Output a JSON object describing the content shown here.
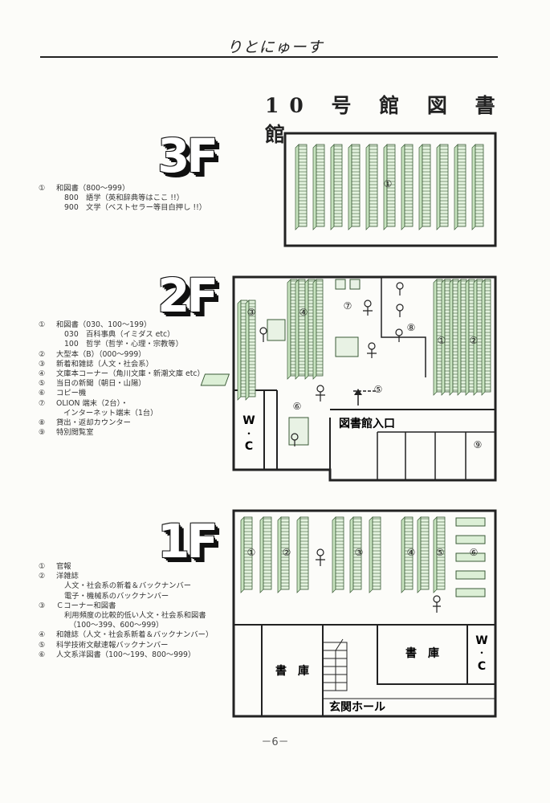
{
  "header": {
    "title": "りとにゅーす"
  },
  "main_title": "10 号 館 図 書 館",
  "floors": {
    "f3": {
      "label": "3F",
      "legend": [
        {
          "num": "①",
          "text": "和図書（800〜999）"
        },
        {
          "num": "",
          "text": "800　語学（英和辞典等はここ !!）",
          "indent": "sub"
        },
        {
          "num": "",
          "text": "900　文学（ベストセラー等目白押し !!）",
          "indent": "sub"
        }
      ],
      "map_marks": [
        "①"
      ]
    },
    "f2": {
      "label": "2F",
      "legend": [
        {
          "num": "①",
          "text": "和図書（030、100〜199）"
        },
        {
          "num": "",
          "text": "030　百科事典（イミダス etc）",
          "indent": "sub"
        },
        {
          "num": "",
          "text": "100　哲学（哲学・心理・宗教等）",
          "indent": "sub"
        },
        {
          "num": "②",
          "text": "大型本（B）（000〜999）"
        },
        {
          "num": "③",
          "text": "新着和雑誌（人文・社会系）"
        },
        {
          "num": "④",
          "text": "文庫本コーナー（角川文庫・新潮文庫 etc）"
        },
        {
          "num": "⑤",
          "text": "当日の新聞（朝日・山陽）"
        },
        {
          "num": "⑥",
          "text": "コピー機"
        },
        {
          "num": "⑦",
          "text": "OLION 端末（2台）・"
        },
        {
          "num": "",
          "text": "インターネット端末（1台）",
          "indent": "sub2"
        },
        {
          "num": "⑧",
          "text": "貸出・返却カウンター"
        },
        {
          "num": "⑨",
          "text": "特別閲覧室"
        }
      ],
      "map_marks": [
        "③",
        "④",
        "⑦",
        "⑧",
        "①",
        "②",
        "⑤",
        "⑥",
        "⑨"
      ],
      "wc_top": "W",
      "wc_dot": "・",
      "wc_bottom": "C",
      "entrance": "図書館入口"
    },
    "f1": {
      "label": "1F",
      "legend": [
        {
          "num": "①",
          "text": "官報"
        },
        {
          "num": "②",
          "text": "洋雑誌"
        },
        {
          "num": "",
          "text": "人文・社会系の新着＆バックナンバー",
          "indent": "sub"
        },
        {
          "num": "",
          "text": "電子・機械系のバックナンバー",
          "indent": "sub"
        },
        {
          "num": "③",
          "text": "Ｃコーナー和図書"
        },
        {
          "num": "",
          "text": "利用頻度の比較的低い人文・社会系和図書",
          "indent": "sub"
        },
        {
          "num": "",
          "text": "（100〜399、600〜999）",
          "indent": "sub3"
        },
        {
          "num": "④",
          "text": "和雑誌（人文・社会系新着＆バックナンバー）"
        },
        {
          "num": "⑤",
          "text": "科学技術文献速報バックナンバー"
        },
        {
          "num": "⑥",
          "text": "人文系洋図書（100〜199、800〜999）"
        }
      ],
      "map_marks": [
        "①",
        "②",
        "③",
        "④",
        "⑤",
        "⑥"
      ],
      "storage_left": "書　庫",
      "storage_right": "書　庫",
      "wc_top": "W",
      "wc_dot": "・",
      "wc_bottom": "C",
      "hall": "玄関ホール"
    }
  },
  "page_number": "－6－",
  "colors": {
    "shelf_fill": "#dcefd6",
    "shelf_line": "#3a5a36",
    "ink": "#222222"
  }
}
